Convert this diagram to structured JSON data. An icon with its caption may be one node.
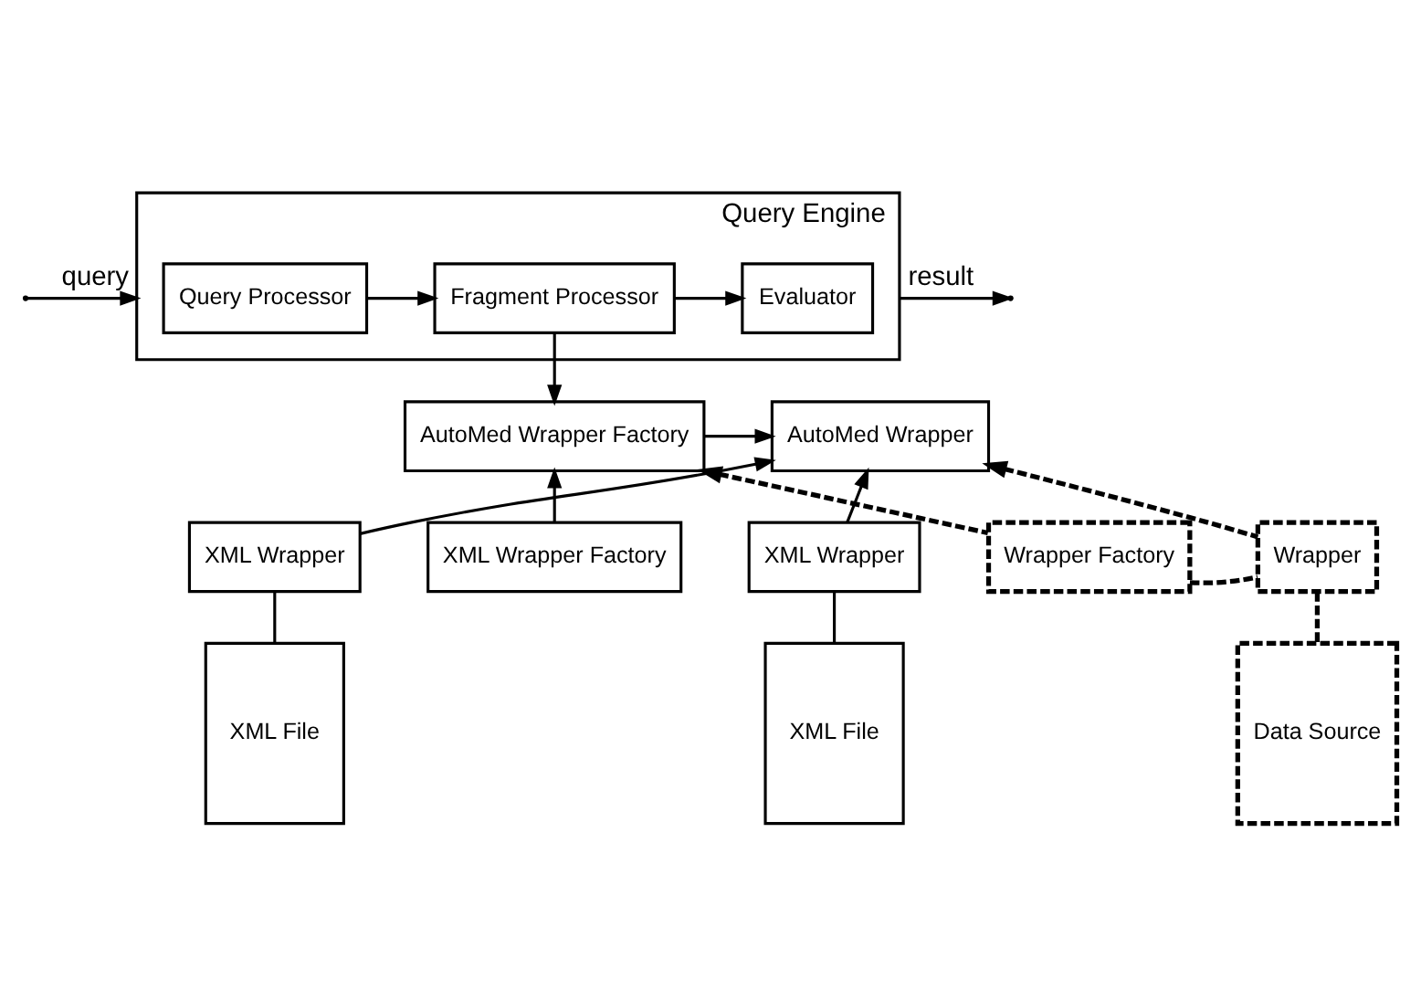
{
  "diagram": {
    "nodes": [
      {
        "text": [
          "Query Engine"
        ]
      },
      {
        "text": [
          "Query Processor"
        ],
        "in": 0
      },
      {
        "text": [
          "Fragment Processor"
        ],
        "in": 0
      },
      {
        "text": [
          "Evaluator"
        ],
        "in": 0
      },
      {
        "text": [
          "AutoMed Wrapper Factory"
        ]
      },
      {
        "text": [
          "AutoMed Wrapper"
        ]
      },
      {
        "text": [
          "XML Wrapper"
        ]
      },
      {
        "text": [
          "XML Wrapper Factory"
        ]
      },
      {
        "text": [
          "XML Wrapper"
        ]
      },
      {
        "text": [
          "Wrapper Factory"
        ]
      },
      {
        "text": [
          "Wrapper"
        ]
      },
      {
        "text": [
          "XML File"
        ]
      },
      {
        "text": [
          "XML File"
        ]
      },
      {
        "text": [
          "Data Source"
        ]
      }
    ],
    "edges": [
      {
        "from": null,
        "to": 0,
        "arrow": "to",
        "label": "query"
      },
      {
        "from": 0,
        "to": null,
        "arrow": "to",
        "label": "result"
      },
      {
        "from": 1,
        "to": 2,
        "arrow": "to"
      },
      {
        "from": 2,
        "to": 3,
        "arrow": "to"
      },
      {
        "from": 2,
        "to": 4,
        "arrow": "to"
      },
      {
        "from": 4,
        "to": 5,
        "arrow": "to"
      },
      {
        "from": 7,
        "to": 4,
        "arrow": "to"
      },
      {
        "from": 6,
        "to": 5,
        "arrow": "to"
      },
      {
        "from": 8,
        "to": 5,
        "arrow": "to"
      },
      {
        "from": 9,
        "to": 4,
        "arrow": "to",
        "style": "dashed"
      },
      {
        "from": 10,
        "to": 5,
        "arrow": "to",
        "style": "dashed"
      },
      {
        "from": 9,
        "to": 10,
        "arrow": "none",
        "style": "dashed"
      },
      {
        "from": 6,
        "to": 11,
        "arrow": "none"
      },
      {
        "from": 8,
        "to": 12,
        "arrow": "none"
      },
      {
        "from": 10,
        "to": 13,
        "arrow": "none",
        "style": "dashed"
      }
    ]
  }
}
